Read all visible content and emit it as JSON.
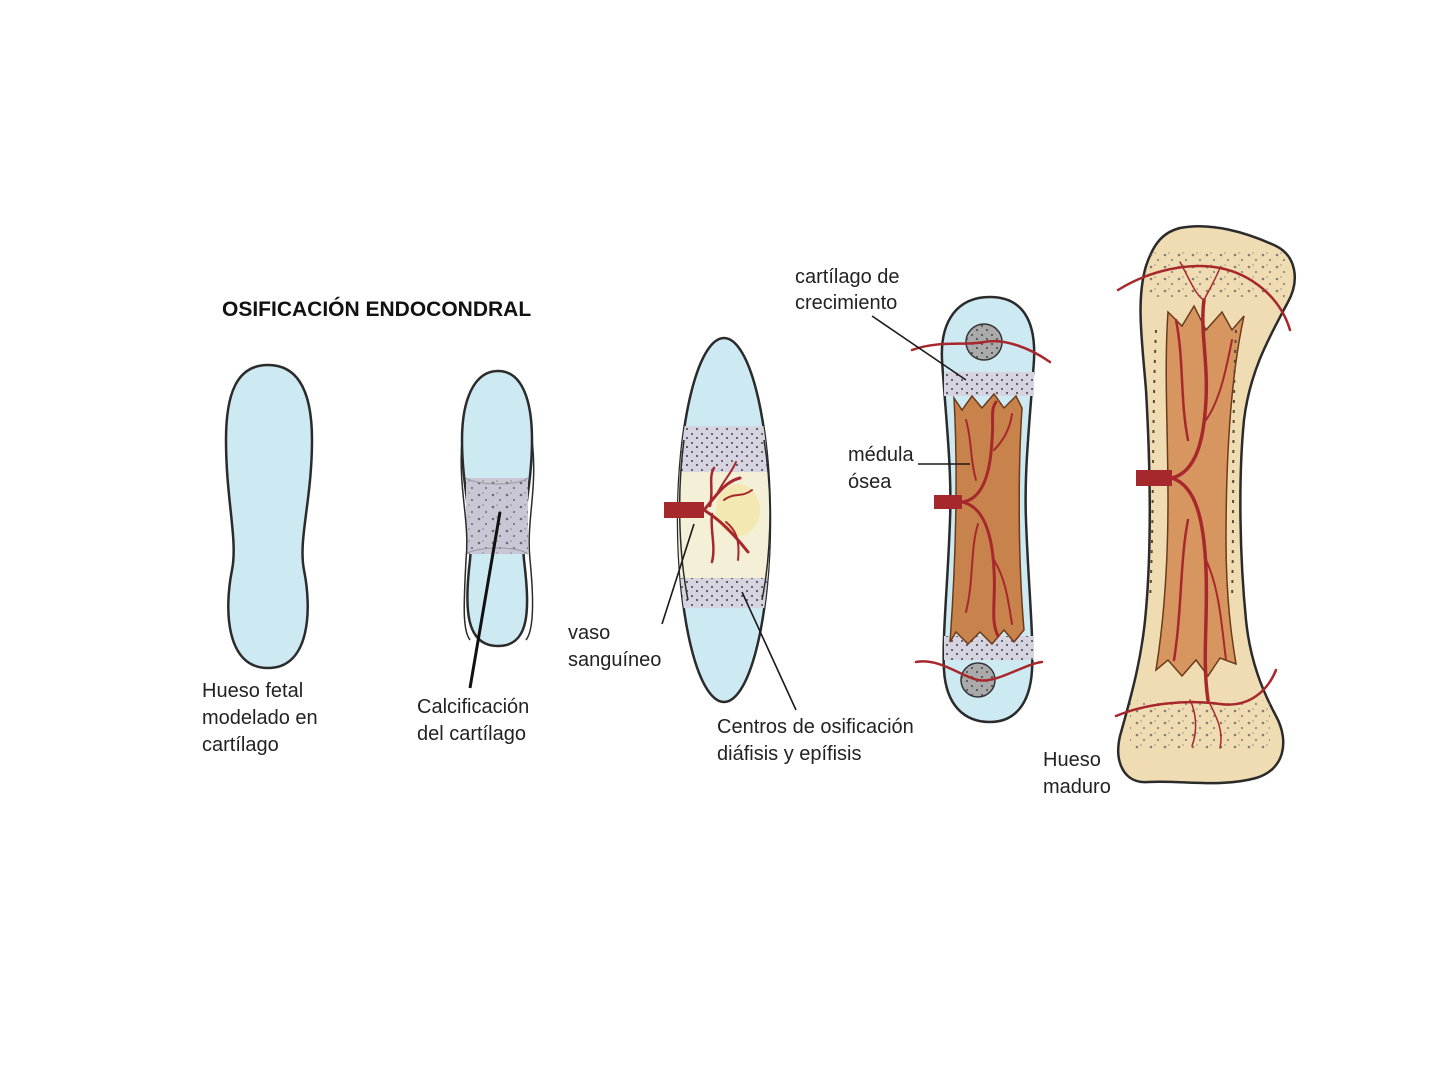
{
  "title": "OSIFICACIÓN ENDOCONDRAL",
  "labels": {
    "fetal_bone": [
      "Hueso fetal",
      "modelado en",
      "cartílago"
    ],
    "calcification": [
      "Calcificación",
      "del cartílago"
    ],
    "blood_vessel": [
      "vaso",
      "sanguíneo"
    ],
    "ossification_centers": [
      "Centros de osificación",
      "diáfisis y epífisis"
    ],
    "growth_cartilage": [
      "cartílago de",
      "crecimiento"
    ],
    "bone_marrow": [
      "médula",
      "ósea"
    ],
    "mature_bone": [
      "Hueso",
      "maduro"
    ]
  },
  "colors": {
    "cartilage": "#cdeaf3",
    "calcified": "#c9c7d6",
    "marrow": "#c8824c",
    "bone": "#efdcb2",
    "vessel": "#a7282c",
    "outline": "#2b2b2b"
  }
}
